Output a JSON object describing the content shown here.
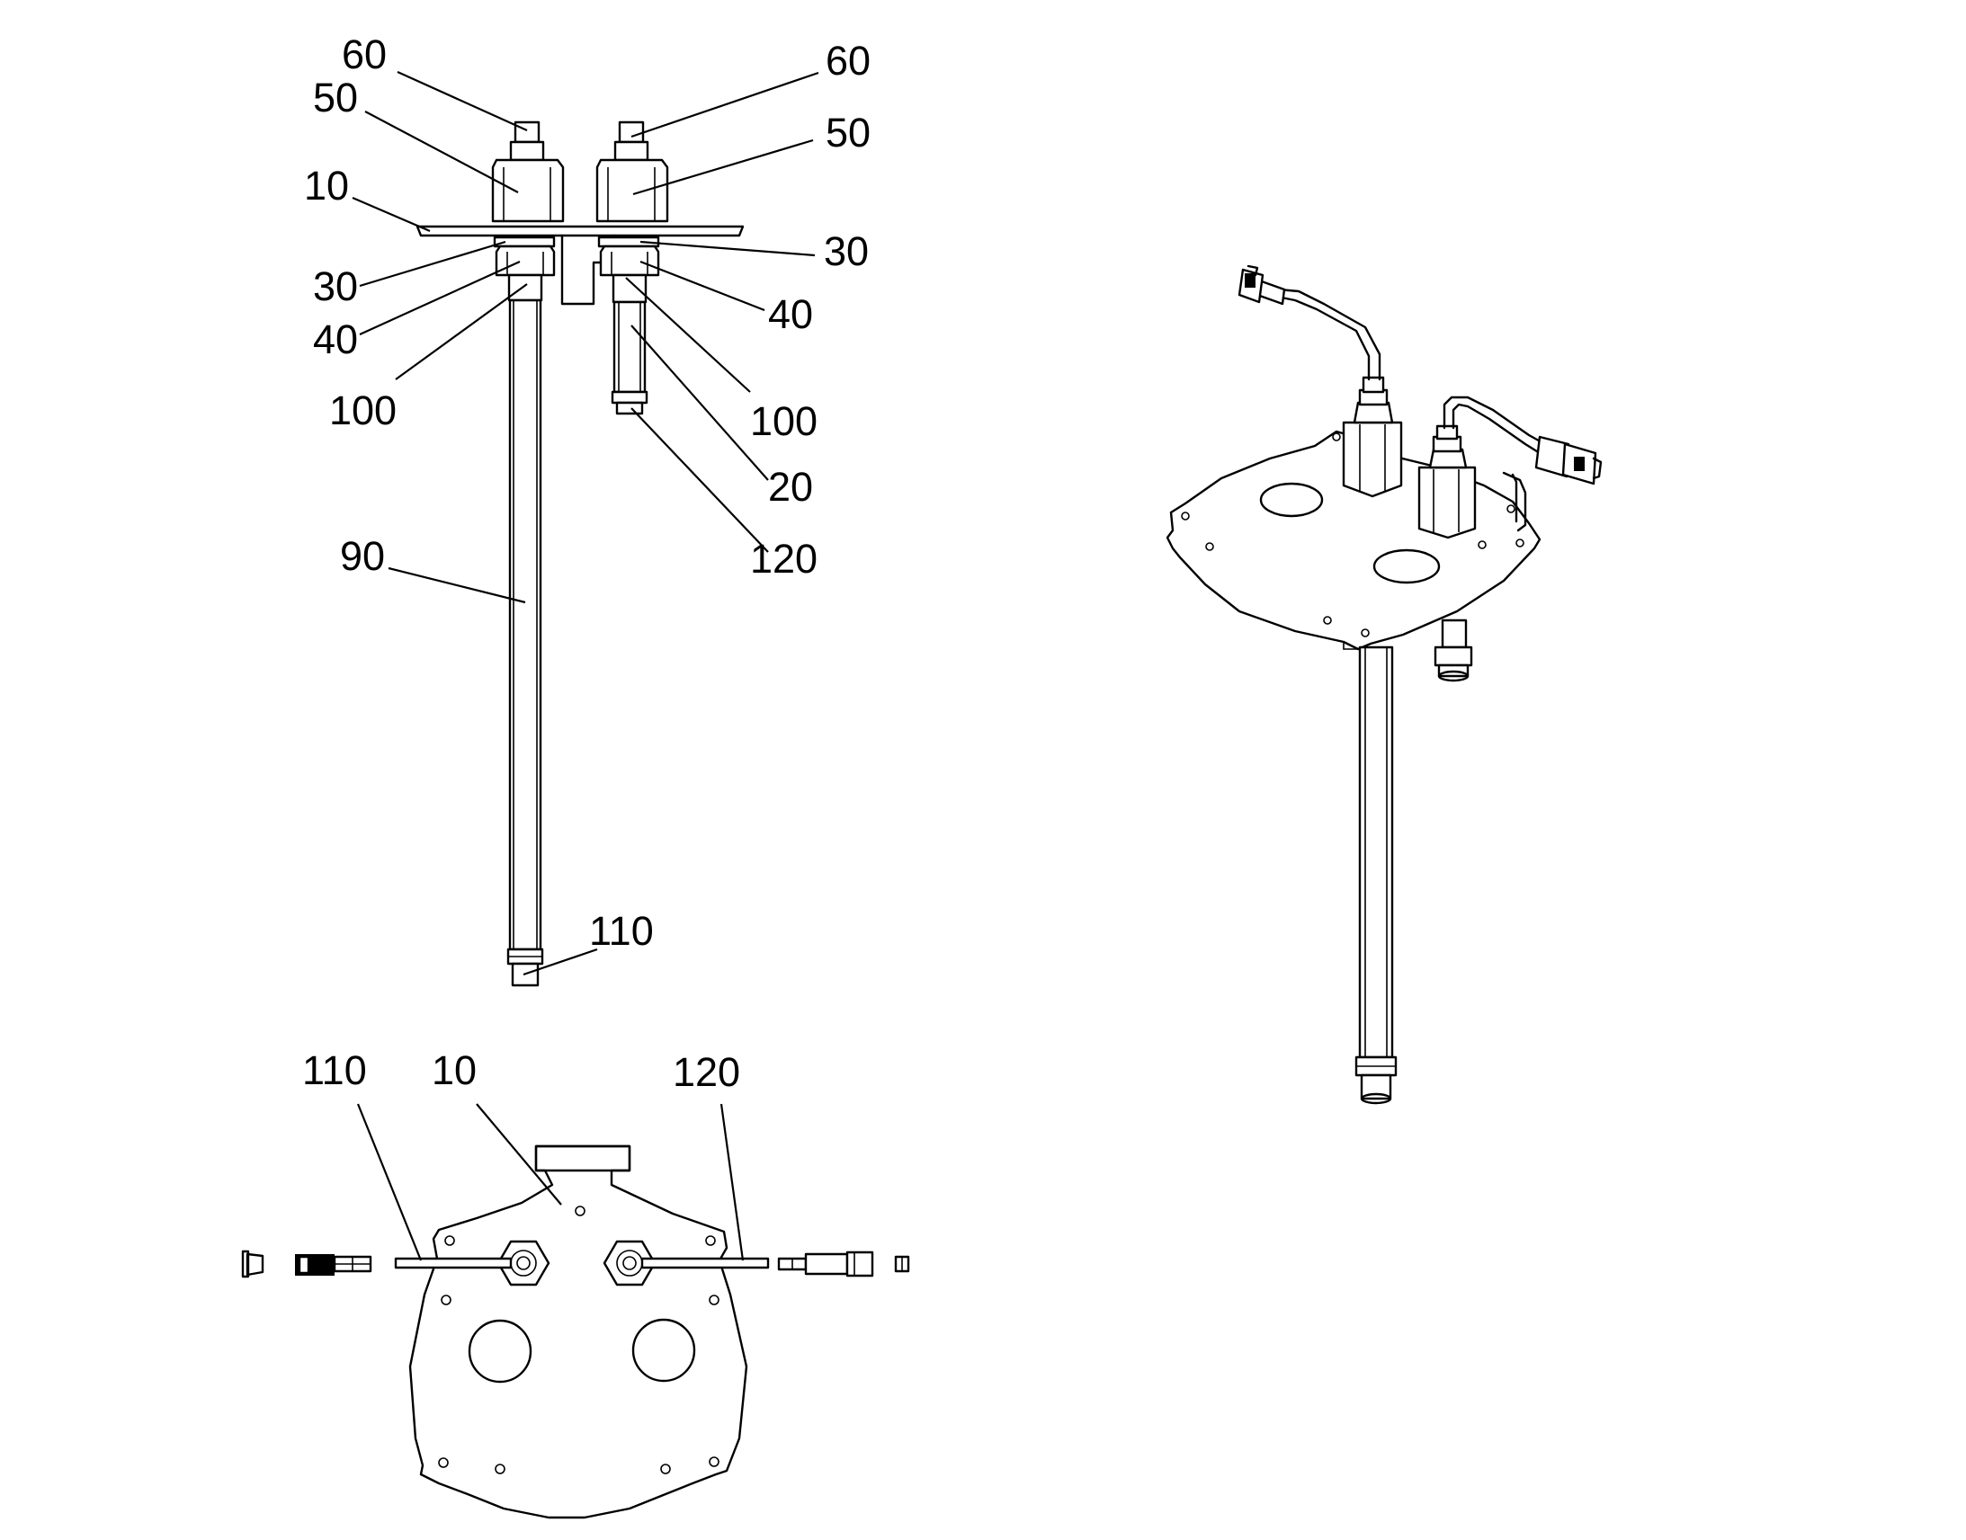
{
  "figure": {
    "callouts": {
      "side_view": [
        {
          "id": "c60-left",
          "label": "60"
        },
        {
          "id": "c60-right",
          "label": "60"
        },
        {
          "id": "c50-left",
          "label": "50"
        },
        {
          "id": "c50-right",
          "label": "50"
        },
        {
          "id": "c10-side",
          "label": "10"
        },
        {
          "id": "c30-left",
          "label": "30"
        },
        {
          "id": "c30-right",
          "label": "30"
        },
        {
          "id": "c40-left",
          "label": "40"
        },
        {
          "id": "c40-right",
          "label": "40"
        },
        {
          "id": "c100-left",
          "label": "100"
        },
        {
          "id": "c100-right",
          "label": "100"
        },
        {
          "id": "c20",
          "label": "20"
        },
        {
          "id": "c120-side",
          "label": "120"
        },
        {
          "id": "c90",
          "label": "90"
        },
        {
          "id": "c110-side",
          "label": "110"
        }
      ],
      "top_view": [
        {
          "id": "c110-top",
          "label": "110"
        },
        {
          "id": "c10-top",
          "label": "10"
        },
        {
          "id": "c120-top",
          "label": "120"
        }
      ]
    }
  }
}
